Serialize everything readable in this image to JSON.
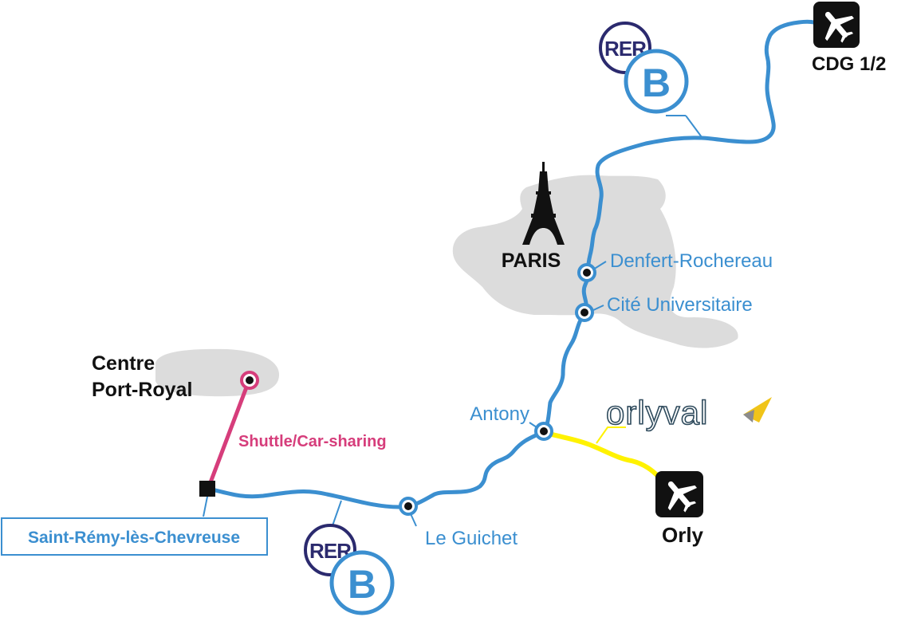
{
  "colors": {
    "rer_line": "#3b8fd0",
    "rer_logo_dark": "#2b2a6e",
    "shuttle": "#d63d7b",
    "orlyval_line": "#fff200",
    "orlyval_text": "#2f4b5d",
    "orlyval_accent": "#f0c419",
    "paris_area": "#dcdcdc",
    "airport_bg": "#111111",
    "station_dot": "#111111",
    "label_blue": "#3b8fd0",
    "label_black": "#111111"
  },
  "rer_logo": {
    "text": "RER",
    "line": "B"
  },
  "paris": {
    "label": "PARIS",
    "icon": "eiffel-tower-icon"
  },
  "airports": {
    "cdg": {
      "label": "CDG 1/2",
      "icon": "airplane-icon"
    },
    "orly": {
      "label": "Orly",
      "icon": "airplane-icon"
    }
  },
  "stations": {
    "denfert": "Denfert-Rochereau",
    "cite_u": "Cité Universitaire",
    "antony": "Antony",
    "le_guichet": "Le Guichet",
    "saint_remy": "Saint-Rémy-lès-Chevreuse"
  },
  "destination": {
    "line1": "Centre",
    "line2": "Port-Royal"
  },
  "shuttle": {
    "label": "Shuttle/Car-sharing"
  },
  "orlyval": {
    "brand": "orlyval"
  }
}
